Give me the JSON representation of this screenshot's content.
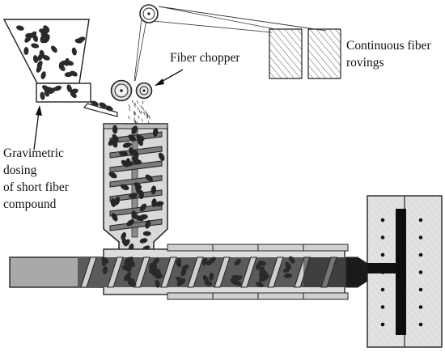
{
  "labels": {
    "fiber_chopper": "Fiber chopper",
    "continuous_fiber": [
      "Continuous fiber",
      "rovings"
    ],
    "gravimetric": [
      "Gravimetric",
      "dosing",
      "of short fiber",
      "compound"
    ]
  }
}
